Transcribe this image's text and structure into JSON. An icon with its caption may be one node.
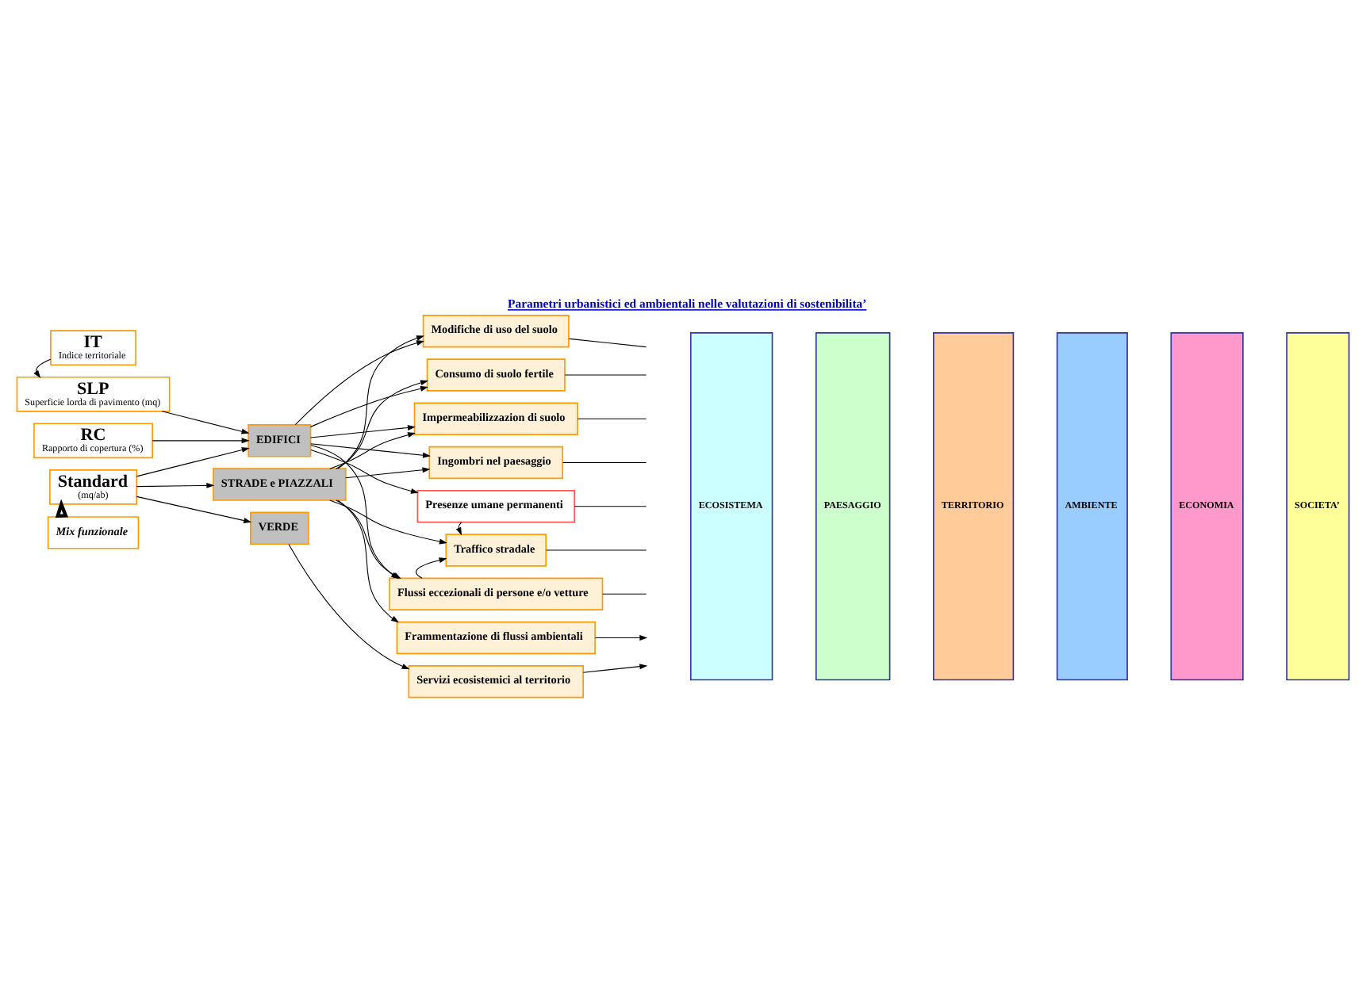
{
  "diagram": {
    "title": "Parametri urbanistici ed ambientali nelle valutazioni di sostenibilita’",
    "nodes": [
      {
        "text": [
          "IT",
          "Indice territoriale"
        ]
      },
      {
        "text": [
          "SLP",
          "Superficie lorda di pavimento (mq)"
        ]
      },
      {
        "text": [
          "RC",
          "Rapporto di copertura (%)"
        ]
      },
      {
        "text": [
          "Standard",
          "(mq/ab)"
        ]
      },
      {
        "text": [
          "Mix funzionale"
        ]
      },
      {
        "text": [
          "EDIFICI"
        ]
      },
      {
        "text": [
          "STRADE e PIAZZALI"
        ]
      },
      {
        "text": [
          "VERDE"
        ]
      },
      {
        "text": [
          "Modifiche di uso del suolo"
        ]
      },
      {
        "text": [
          "Consumo di suolo fertile"
        ]
      },
      {
        "text": [
          "Impermeabilizzazion di suolo"
        ]
      },
      {
        "text": [
          "Ingombri nel paesaggio"
        ]
      },
      {
        "text": [
          "Presenze umane permanenti"
        ]
      },
      {
        "text": [
          "Traffico stradale"
        ]
      },
      {
        "text": [
          "Flussi eccezionali di persone e/o vetture"
        ]
      },
      {
        "text": [
          "Frammentazione di flussi ambientali"
        ]
      },
      {
        "text": [
          "Servizi ecosistemici al territorio"
        ]
      },
      {
        "text": [
          "ECOSISTEMA"
        ]
      },
      {
        "text": [
          "PAESAGGIO"
        ]
      },
      {
        "text": [
          "TERRITORIO"
        ]
      },
      {
        "text": [
          "AMBIENTE"
        ]
      },
      {
        "text": [
          "ECONOMIA"
        ]
      },
      {
        "text": [
          "SOCIETA’"
        ]
      }
    ],
    "edges": [
      {
        "from": 0,
        "to": 1,
        "arrow": "to"
      },
      {
        "from": 1,
        "to": 5,
        "arrow": "to"
      },
      {
        "from": 2,
        "to": 5,
        "arrow": "to"
      },
      {
        "from": 3,
        "to": 5,
        "arrow": "to"
      },
      {
        "from": 3,
        "to": 6,
        "arrow": "to"
      },
      {
        "from": 3,
        "to": 7,
        "arrow": "to"
      },
      {
        "from": 4,
        "to": 3,
        "arrow": "to",
        "style": "thick"
      },
      {
        "from": 5,
        "to": 8,
        "arrow": "to"
      },
      {
        "from": 5,
        "to": 9,
        "arrow": "to"
      },
      {
        "from": 5,
        "to": 10,
        "arrow": "to"
      },
      {
        "from": 5,
        "to": 11,
        "arrow": "to"
      },
      {
        "from": 5,
        "to": 12,
        "arrow": "to"
      },
      {
        "from": 5,
        "to": 14,
        "arrow": "to"
      },
      {
        "from": 6,
        "to": 8,
        "arrow": "to"
      },
      {
        "from": 6,
        "to": 9,
        "arrow": "to"
      },
      {
        "from": 6,
        "to": 10,
        "arrow": "to"
      },
      {
        "from": 6,
        "to": 11,
        "arrow": "to"
      },
      {
        "from": 6,
        "to": 13,
        "arrow": "to"
      },
      {
        "from": 6,
        "to": 14,
        "arrow": "to"
      },
      {
        "from": 6,
        "to": 15,
        "arrow": "to"
      },
      {
        "from": 7,
        "to": 16,
        "arrow": "to"
      },
      {
        "from": 12,
        "to": 13,
        "arrow": "to"
      },
      {
        "from": 14,
        "to": 13,
        "arrow": "to"
      },
      {
        "from": 8,
        "to": null,
        "arrow": "none"
      },
      {
        "from": 9,
        "to": null,
        "arrow": "none"
      },
      {
        "from": 10,
        "to": null,
        "arrow": "none"
      },
      {
        "from": 11,
        "to": null,
        "arrow": "none"
      },
      {
        "from": 12,
        "to": null,
        "arrow": "none"
      },
      {
        "from": 13,
        "to": null,
        "arrow": "none"
      },
      {
        "from": 14,
        "to": null,
        "arrow": "none"
      },
      {
        "from": 15,
        "to": null,
        "arrow": "to"
      },
      {
        "from": 16,
        "to": null,
        "arrow": "to"
      }
    ]
  }
}
